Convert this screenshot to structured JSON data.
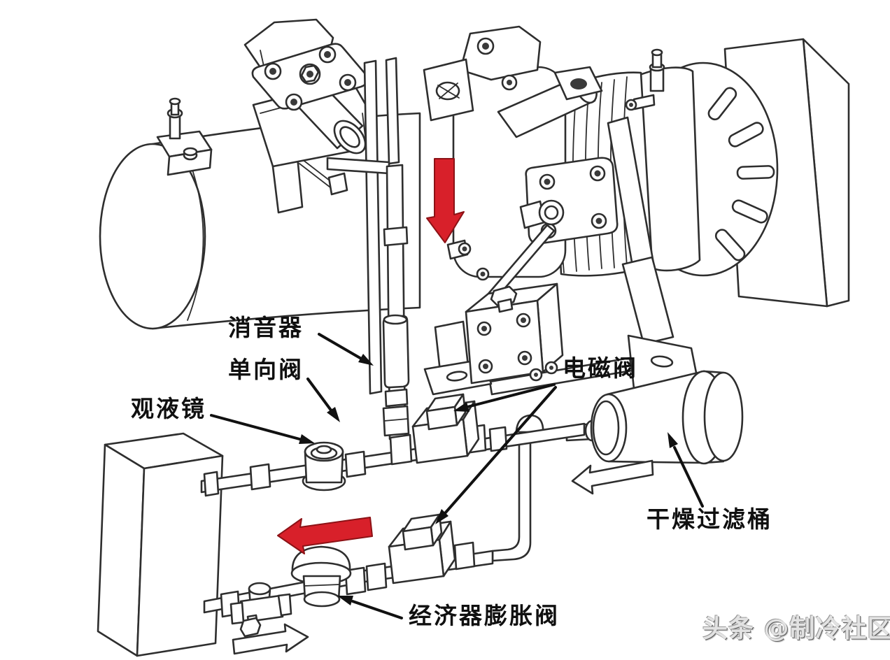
{
  "watermark": {
    "text": "头条 @制冷社区"
  },
  "colors": {
    "line": "#2e2e2e",
    "flow_arrow_red": "#d8202a",
    "background": "#ffffff"
  },
  "labels": {
    "muffler": "消音器",
    "check_valve": "单向阀",
    "sight_glass": "观液镜",
    "solenoid_valve": "电磁阀",
    "drier_filter": "干燥过滤桶",
    "economizer_expansion_valve": "经济器膨胀阀"
  }
}
